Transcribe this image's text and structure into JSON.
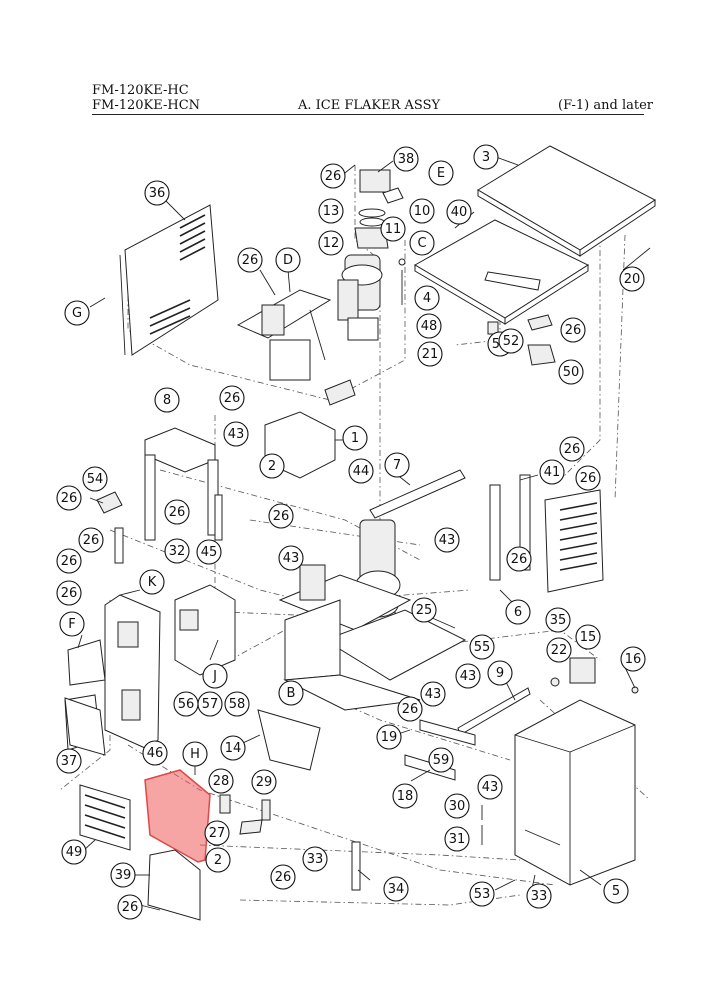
{
  "header": {
    "model_line_1": "FM-120KE-HC",
    "model_line_2": "FM-120KE-HCN",
    "title": "A. ICE FLAKER ASSY",
    "serial_note": "(F-1) and later"
  },
  "highlight_color": "#f05a5a",
  "callouts": [
    "36",
    "26",
    "38",
    "E",
    "13",
    "10",
    "11",
    "12",
    "C",
    "4",
    "48",
    "21",
    "3",
    "40",
    "20",
    "26",
    "51",
    "52",
    "50",
    "G",
    "26",
    "D",
    "8",
    "26",
    "43",
    "2",
    "1",
    "44",
    "7",
    "26",
    "41",
    "26",
    "54",
    "26",
    "26",
    "26",
    "45",
    "32",
    "26",
    "26",
    "43",
    "J",
    "K",
    "F",
    "26",
    "25",
    "43",
    "6",
    "26",
    "35",
    "15",
    "22",
    "55",
    "43",
    "9",
    "16",
    "56",
    "57",
    "58",
    "B",
    "43",
    "26",
    "19",
    "59",
    "43",
    "18",
    "14",
    "46",
    "37",
    "H",
    "28",
    "29",
    "27",
    "2",
    "30",
    "31",
    "49",
    "33",
    "34",
    "39",
    "26",
    "26",
    "53",
    "33",
    "5"
  ]
}
